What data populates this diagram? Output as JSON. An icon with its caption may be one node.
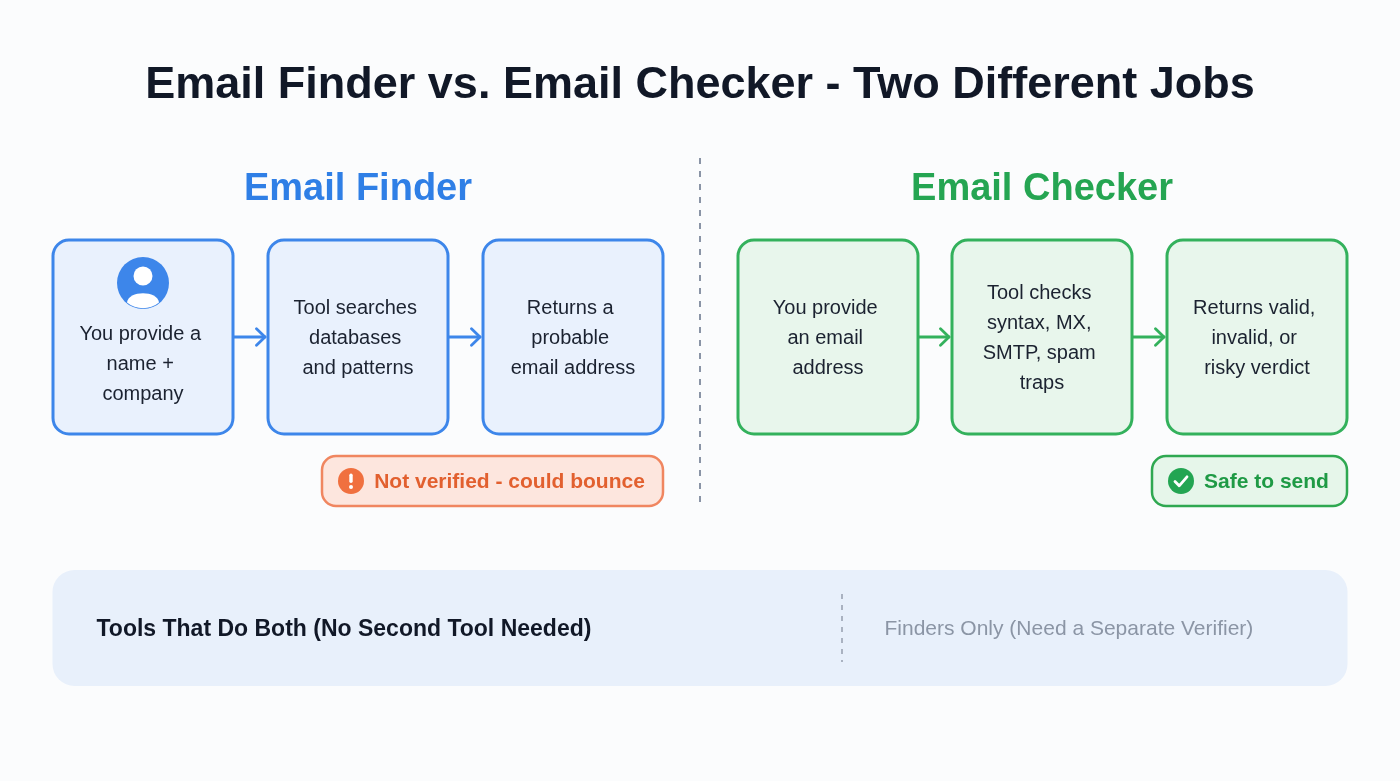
{
  "diagram": {
    "title": "Email Finder vs. Email Checker - Two Different Jobs",
    "nodes": [
      {
        "text": [
          "You provide a name + company"
        ]
      },
      {
        "text": [
          "Tool searches databases and patterns"
        ]
      },
      {
        "text": [
          "Returns a probable email address"
        ]
      },
      {
        "text": [
          "You provide an email address"
        ]
      },
      {
        "text": [
          "Tool checks syntax, MX, SMTP, spam traps"
        ]
      },
      {
        "text": [
          "Returns valid, invalid, or risky verdict"
        ]
      },
      {
        "text": [
          "Not verified - could bounce"
        ]
      },
      {
        "text": [
          "Safe to send"
        ]
      },
      {
        "text": [
          "Tools That Do Both (No Second Tool Needed)",
          "Finders Only (Need a Separate Verifier)"
        ]
      }
    ],
    "edges": [
      {
        "from": 0,
        "to": 1,
        "arrow": "to",
        "color": "#3d86ea"
      },
      {
        "from": 1,
        "to": 2,
        "arrow": "to",
        "color": "#3d86ea"
      },
      {
        "from": 3,
        "to": 4,
        "arrow": "to",
        "color": "#33b15c"
      },
      {
        "from": 4,
        "to": 5,
        "arrow": "to",
        "color": "#33b15c"
      }
    ],
    "labels": [
      "Email Finder",
      "Email Checker"
    ]
  }
}
